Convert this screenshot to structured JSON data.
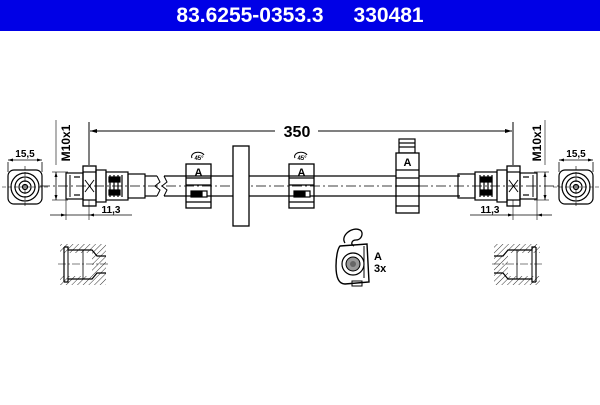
{
  "header": {
    "part_number": "83.6255-0353.3",
    "ref_number": "330481",
    "background_color": "#0000e6",
    "text_color": "#ffffff"
  },
  "drawing": {
    "overall_length": "350",
    "left_end": {
      "thread": "M10x1",
      "hex_width": "15,5",
      "fitting_length": "11,3"
    },
    "right_end": {
      "thread": "M10x1",
      "hex_width": "15,5",
      "fitting_length": "11,3"
    },
    "clips": [
      {
        "label": "A",
        "angle": "45°"
      },
      {
        "label": "A",
        "angle": "45°"
      },
      {
        "label": "A"
      }
    ],
    "clip_detail": {
      "label": "A",
      "quantity": "3x"
    }
  }
}
